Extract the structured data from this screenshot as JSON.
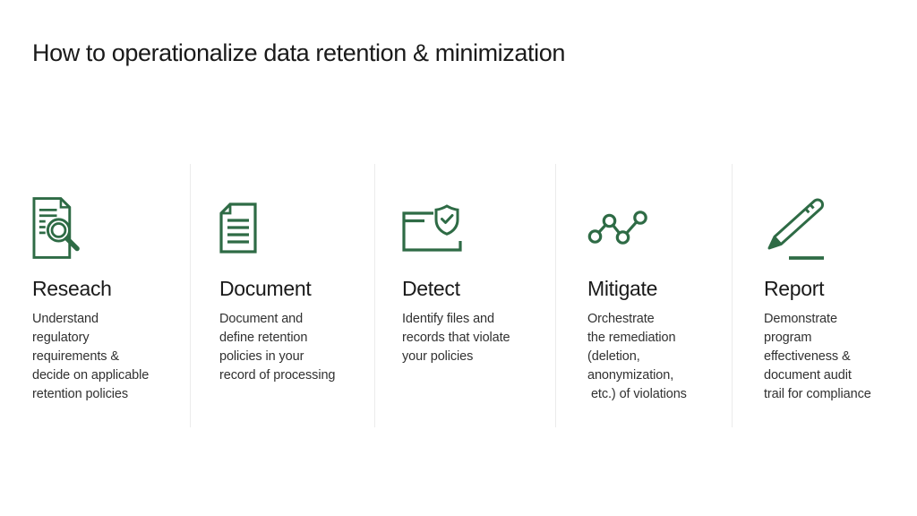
{
  "page": {
    "title": "How to operationalize data retention & minimization",
    "background_color": "#ffffff",
    "accent_green": "#2e6b45",
    "heading_color": "#1a1a1a",
    "body_text_color": "#313131",
    "divider_color": "#ebebeb"
  },
  "steps": [
    {
      "icon": "document-search-icon",
      "title": "Reseach",
      "description": "Understand\nregulatory\nrequirements &\ndecide on applicable\nretention policies"
    },
    {
      "icon": "document-lines-icon",
      "title": "Document",
      "description": "Document and\ndefine retention\npolicies in your\nrecord of processing"
    },
    {
      "icon": "folder-shield-check-icon",
      "title": "Detect",
      "description": "Identify files and\nrecords that violate\nyour policies"
    },
    {
      "icon": "activity-graph-nodes-icon",
      "title": "Mitigate",
      "description": "Orchestrate\nthe remediation\n(deletion,\nanonymization,\n etc.) of violations"
    },
    {
      "icon": "pencil-underline-icon",
      "title": "Report",
      "description": "Demonstrate\nprogram\neffectiveness &\ndocument audit\ntrail for compliance"
    }
  ]
}
